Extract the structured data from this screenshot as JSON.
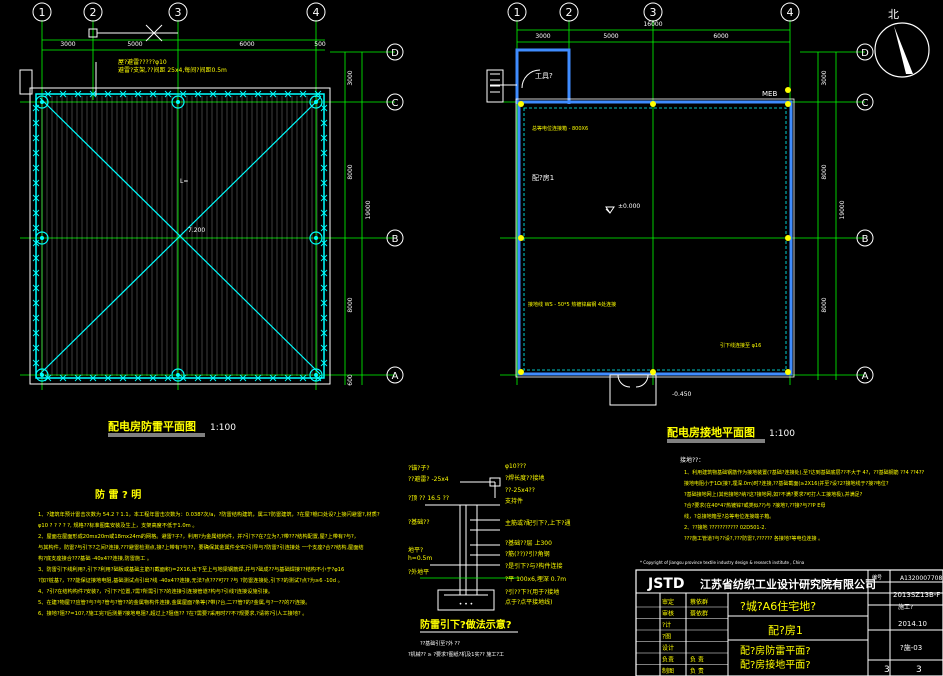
{
  "axes_top": [
    "1",
    "2",
    "3",
    "4"
  ],
  "axes_side": [
    "D",
    "C",
    "B",
    "A"
  ],
  "dims_top": [
    "3000",
    "5000",
    "6000",
    "500"
  ],
  "dims_top_r": [
    "3000",
    "5000",
    "6000"
  ],
  "dims_total": "16000",
  "dims_side": [
    "3000",
    "8000",
    "19000",
    "8000",
    "600"
  ],
  "left_plan": {
    "note1": "屋?避雷?????φ10",
    "note2": "避雷?支架,??间距 25x4,每间?间距0.5m",
    "label_center": "L=",
    "label_mid": "7.200",
    "title": "配电房防雷平面图",
    "scale": "1:100"
  },
  "right_plan": {
    "room_small": "工具?",
    "room_main": "配?房1",
    "level": "±0.000",
    "level_out": "-0.450",
    "meb": "MEB",
    "note_box": "总等电位连接箱 - 800X6",
    "note_strip": "接地线 WS - 50*5 热镀锌扁钢 4处连接",
    "note_pipe": "引下线连接至 φ16",
    "title": "配电房接地平面图",
    "scale": "1:100",
    "compass": "北"
  },
  "notes_left": {
    "title": "防 雷 ? 明",
    "lines": [
      "1、?建筑年预计雷击次数为 54.2 ? 1.1，本工程年雷击次数为：0.038?次/a，?防雷结构建筑，属三?防雷建筑，?在屋?檐口处设?上接闪避雷?,材质?",
      "φ10 ? ? ? ? ?, 规格??标准图集安装及生上，支架高度不低于1.0m 。",
      "2、屋面在屋面形成20mx20m或18mx24m的网格。避雷?子?，利用?为金属结构件，并?引下?在?立为?,?带???结构配置,屋?上带有?与?，",
      "与其构件，防雷?与引下?之间?连接,???避雷检测点,接?上带有?与??，要确保其金属件全实?引导与?防雷?引连接处  一个支座?合??结构,屋面结",
      "构?底支座接合???基础 -40x4??连接,防雷施工  。",
      "3、防雷引下线利用?,引下?利用?础板或基础主筋?(截面积)=2X16,出下至上与地梁钢筋焊,并与?础成??与基础焊接??结构不小于?φ16",
      "?加?桩基?，???能保证接地电阻,基础测试点引出?线 -40x4??连接,无法?点???可?? ?与 ?防雷连接处,引下?的测试?点?为≥6 -10d 。",
      "4、?引?在结构构件?安装?，?引下?位置,?需?所需引下?的连接引连接管道?构与?引线?连接设施引接。",
      "5、在建?物屋??应管?与?与?管与?管??的金属物构件连接,金属屋面?条等(?带)?台,二??管?的?金属,与?一??的??连接。",
      "6、接地?阻??=10?,?施工完?后测量?接地电阻?,超过上?阻值?? ?在?需要?采用时??不?规要求,?请将?引人工接地? 。"
    ]
  },
  "section_detail": {
    "l1": "?锚?子?",
    "l2": "??避雷? -25x4",
    "l3": "?顶 ?? 16.5 ??",
    "l4": "?基础??",
    "l5": "地平?",
    "l6": "h=0.5m",
    "l7": "?外地平",
    "r1": "φ10???",
    "r2": "?焊长度??接地",
    "r3": "??-25x4??",
    "r4": "支持件",
    "r5": "主筋或?配引下?,上下?通",
    "r6": "?基础??层 上300",
    "r7": "?筋(??)?引?角钢",
    "r8": "?是引下?与?构件连接",
    "r9": "?平 100x6,埋深 0.7m",
    "r10": "?引??下?(用于?接地",
    "r11": "点于?点平接地线)",
    "title": "防雷引下?做法示意?",
    "sub1": "??基础引至?外 ??",
    "sub2": "?机械?? ≥ ?要求?图纸?机及1实?? 施工?工"
  },
  "notes_right": {
    "head": "接地??：",
    "lines": [
      "1、利用建筑物基础钢筋作为接地装置(?基础?连接处),至?达到基础底层??不大于 4?，??基础钢筋 ??4 ??4??",
      "接地电阻小于1Ω(接?,埋深.0m)时?连接,??基础截面(≥2X16)并至?设?2?接地线于?接?电位?",
      "?基础接地网上(其他接地?纳?这?接地网,如?不满?要求?可打人工接地极),并满足?",
      "?合?要求(在40*4?热镀锌?或类似??)与 ?接地?,??接?与??P E母",
      "线，?总接地箱至?总等电位连接端子箱。",
      "2、??接地 ??????????? 02D501-2.",
      "???施工管道?与??设?,???防雷?,?????? 各接地?等电位连接 。"
    ],
    "copyright": "* Copyright of Jiangsu province textile industry design & research institute , China"
  },
  "title_block": {
    "logo": "JSTD",
    "company": "江苏省纺织工业设计研究院有限公司",
    "project": "?城?A6住宅地?",
    "drawing_no_label": "编号",
    "drawing_no": "A1320007708",
    "job_no": "2013SZ13B-F",
    "building": "配?房1",
    "title1": "配?房防雷平面?",
    "title2": "配?房接地平面?",
    "date": "2014.10",
    "phase": "施工?",
    "sheet_code": "?施-03",
    "page": "3",
    "total": "3",
    "roles": [
      {
        "role": "审定",
        "name": "蔡依群"
      },
      {
        "role": "审核",
        "name": "蔡依群"
      },
      {
        "role": "?计",
        "name": ""
      },
      {
        "role": "?图",
        "name": ""
      },
      {
        "role": "设计",
        "name": ""
      },
      {
        "role": "负责",
        "name": "负 责"
      },
      {
        "role": "制图",
        "name": "负 责"
      }
    ]
  }
}
